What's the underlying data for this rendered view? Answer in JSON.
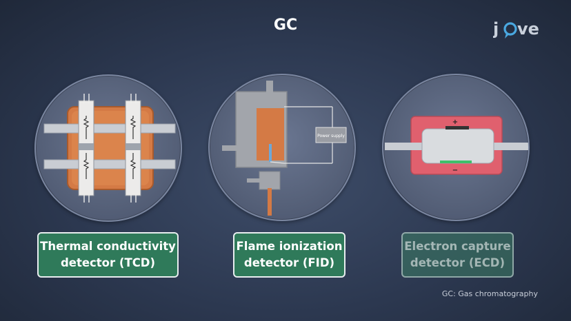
{
  "header": {
    "title": "GC"
  },
  "logo": {
    "text": "jove"
  },
  "detectors": [
    {
      "id": "tcd",
      "label": "Thermal conductivity\ndetector (TCD)"
    },
    {
      "id": "fid",
      "label": "Flame ionization\ndetector (FID)",
      "power_supply_label": "Power supply"
    },
    {
      "id": "ecd",
      "label": "Electron capture\ndetector (ECD)",
      "plus_sign": "+",
      "minus_sign": "−"
    }
  ],
  "footnote": "GC: Gas chromatography",
  "colors": {
    "label_green": "#2f7a5a",
    "copper": "#d47a45",
    "ecd_red": "#e0606e",
    "electrode_green": "#3ec06a",
    "logo_blue": "#4aa8e0"
  }
}
